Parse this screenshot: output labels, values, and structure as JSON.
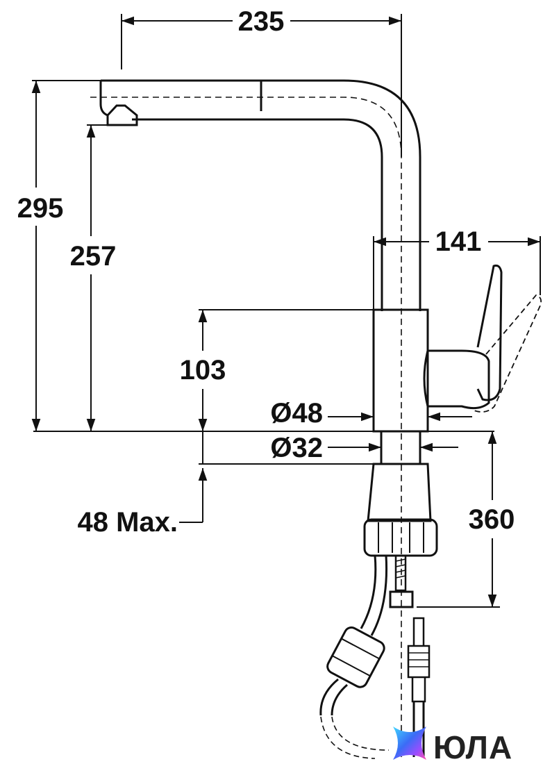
{
  "dimensions": {
    "width_total": "235",
    "height_total": "295",
    "height_spout": "257",
    "lever_reach": "141",
    "body_height": "103",
    "body_diameter": "Ø48",
    "shank_diameter": "Ø32",
    "max_counter_thickness": "48 Max.",
    "hose_length": "360"
  },
  "logo": {
    "text": "ЮЛА",
    "colors": [
      "#3b6cf6",
      "#9b4dff",
      "#ff4fa3",
      "#3fd6ff"
    ]
  },
  "colors": {
    "line": "#111111",
    "background": "#ffffff"
  }
}
